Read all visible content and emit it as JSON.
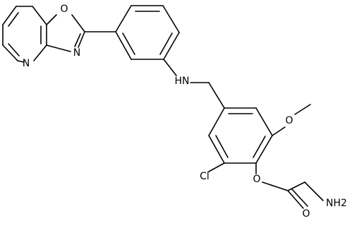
{
  "colors": {
    "bond": "#000000",
    "background": "#ffffff",
    "text": "#000000"
  },
  "atom_labels": {
    "oxazole_o": "O",
    "oxazole_n": "N",
    "pyridine_n": "N",
    "amine_nh": "HN",
    "methoxy_o": "O",
    "chloro": "Cl",
    "ether_o": "O",
    "amide_o": "O",
    "amide_nh2": "NH2"
  }
}
